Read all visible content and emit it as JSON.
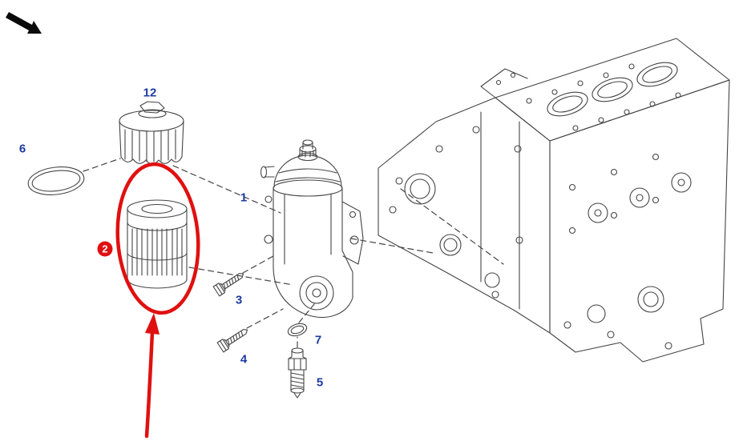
{
  "page": {
    "type": "exploded-parts-diagram",
    "background": "#ffffff"
  },
  "labels": [
    {
      "part": "12"
    },
    {
      "part": "6"
    },
    {
      "part": "1"
    },
    {
      "part": "2"
    },
    {
      "part": "3"
    },
    {
      "part": "4"
    },
    {
      "part": "7"
    },
    {
      "part": "5"
    }
  ],
  "highlight": {
    "badge_part": "2",
    "style": "red-ellipse-and-arrow"
  },
  "colors": {
    "label_text": "#1c3aa0",
    "line_art": "#454545",
    "highlight_red": "#e01010",
    "direction_arrow": "#0a0a0a"
  },
  "icons": {
    "direction_arrow": "arrow-southeast"
  }
}
